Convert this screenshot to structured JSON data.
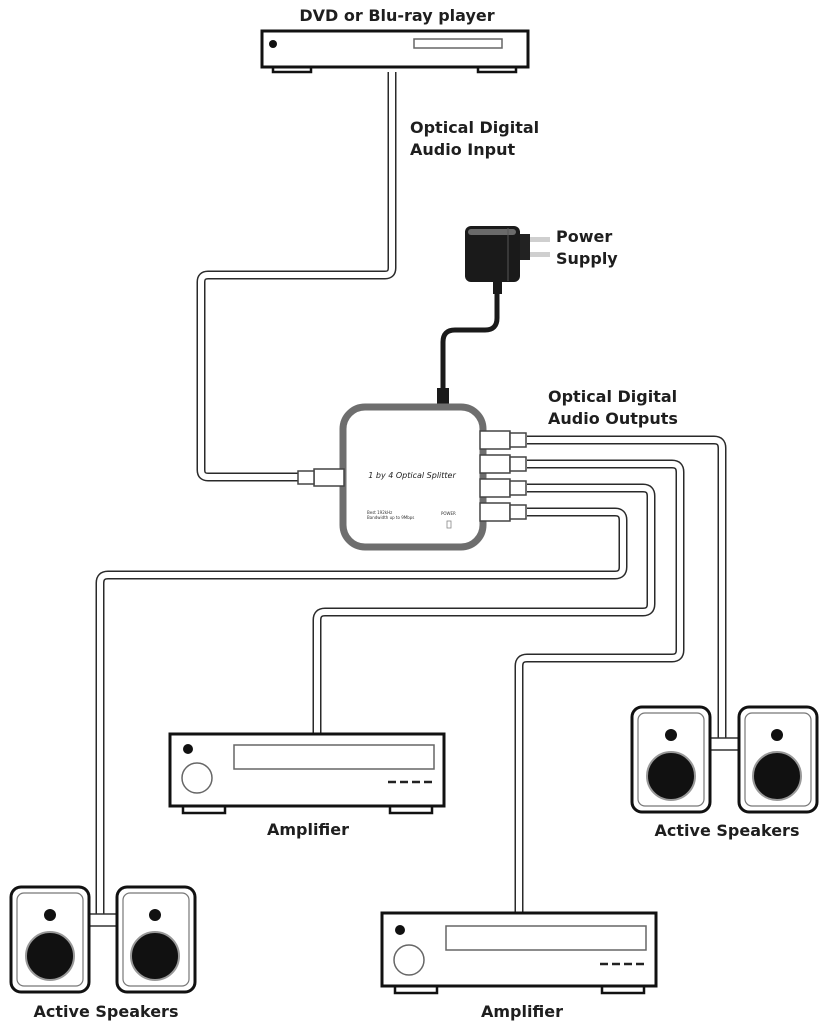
{
  "diagram": {
    "title": "1 by 4 Optical Splitter connection diagram",
    "labels": {
      "source": "DVD or Blu-ray player",
      "input": [
        "Optical Digital",
        "Audio Input"
      ],
      "power": [
        "Power",
        "Supply"
      ],
      "outputs": [
        "Optical Digital",
        "Audio Outputs"
      ],
      "amp1": "Amplifier",
      "amp2": "Amplifier",
      "speakers_right": "Active Speakers",
      "speakers_left": "Active Speakers"
    },
    "splitter": {
      "name": "1 by 4 Optical Splitter",
      "fine_print_1": "Best 192kHz",
      "fine_print_2": "Bandwidth up to 9Mbps",
      "power_label": "POWER",
      "output_count": 4
    },
    "colors": {
      "line": "#111111",
      "cable": "#2a2a2a",
      "splitter_border": "#6e6e6e",
      "power_adapter": "#1a1a1a",
      "text": "#1e1e1e"
    }
  }
}
